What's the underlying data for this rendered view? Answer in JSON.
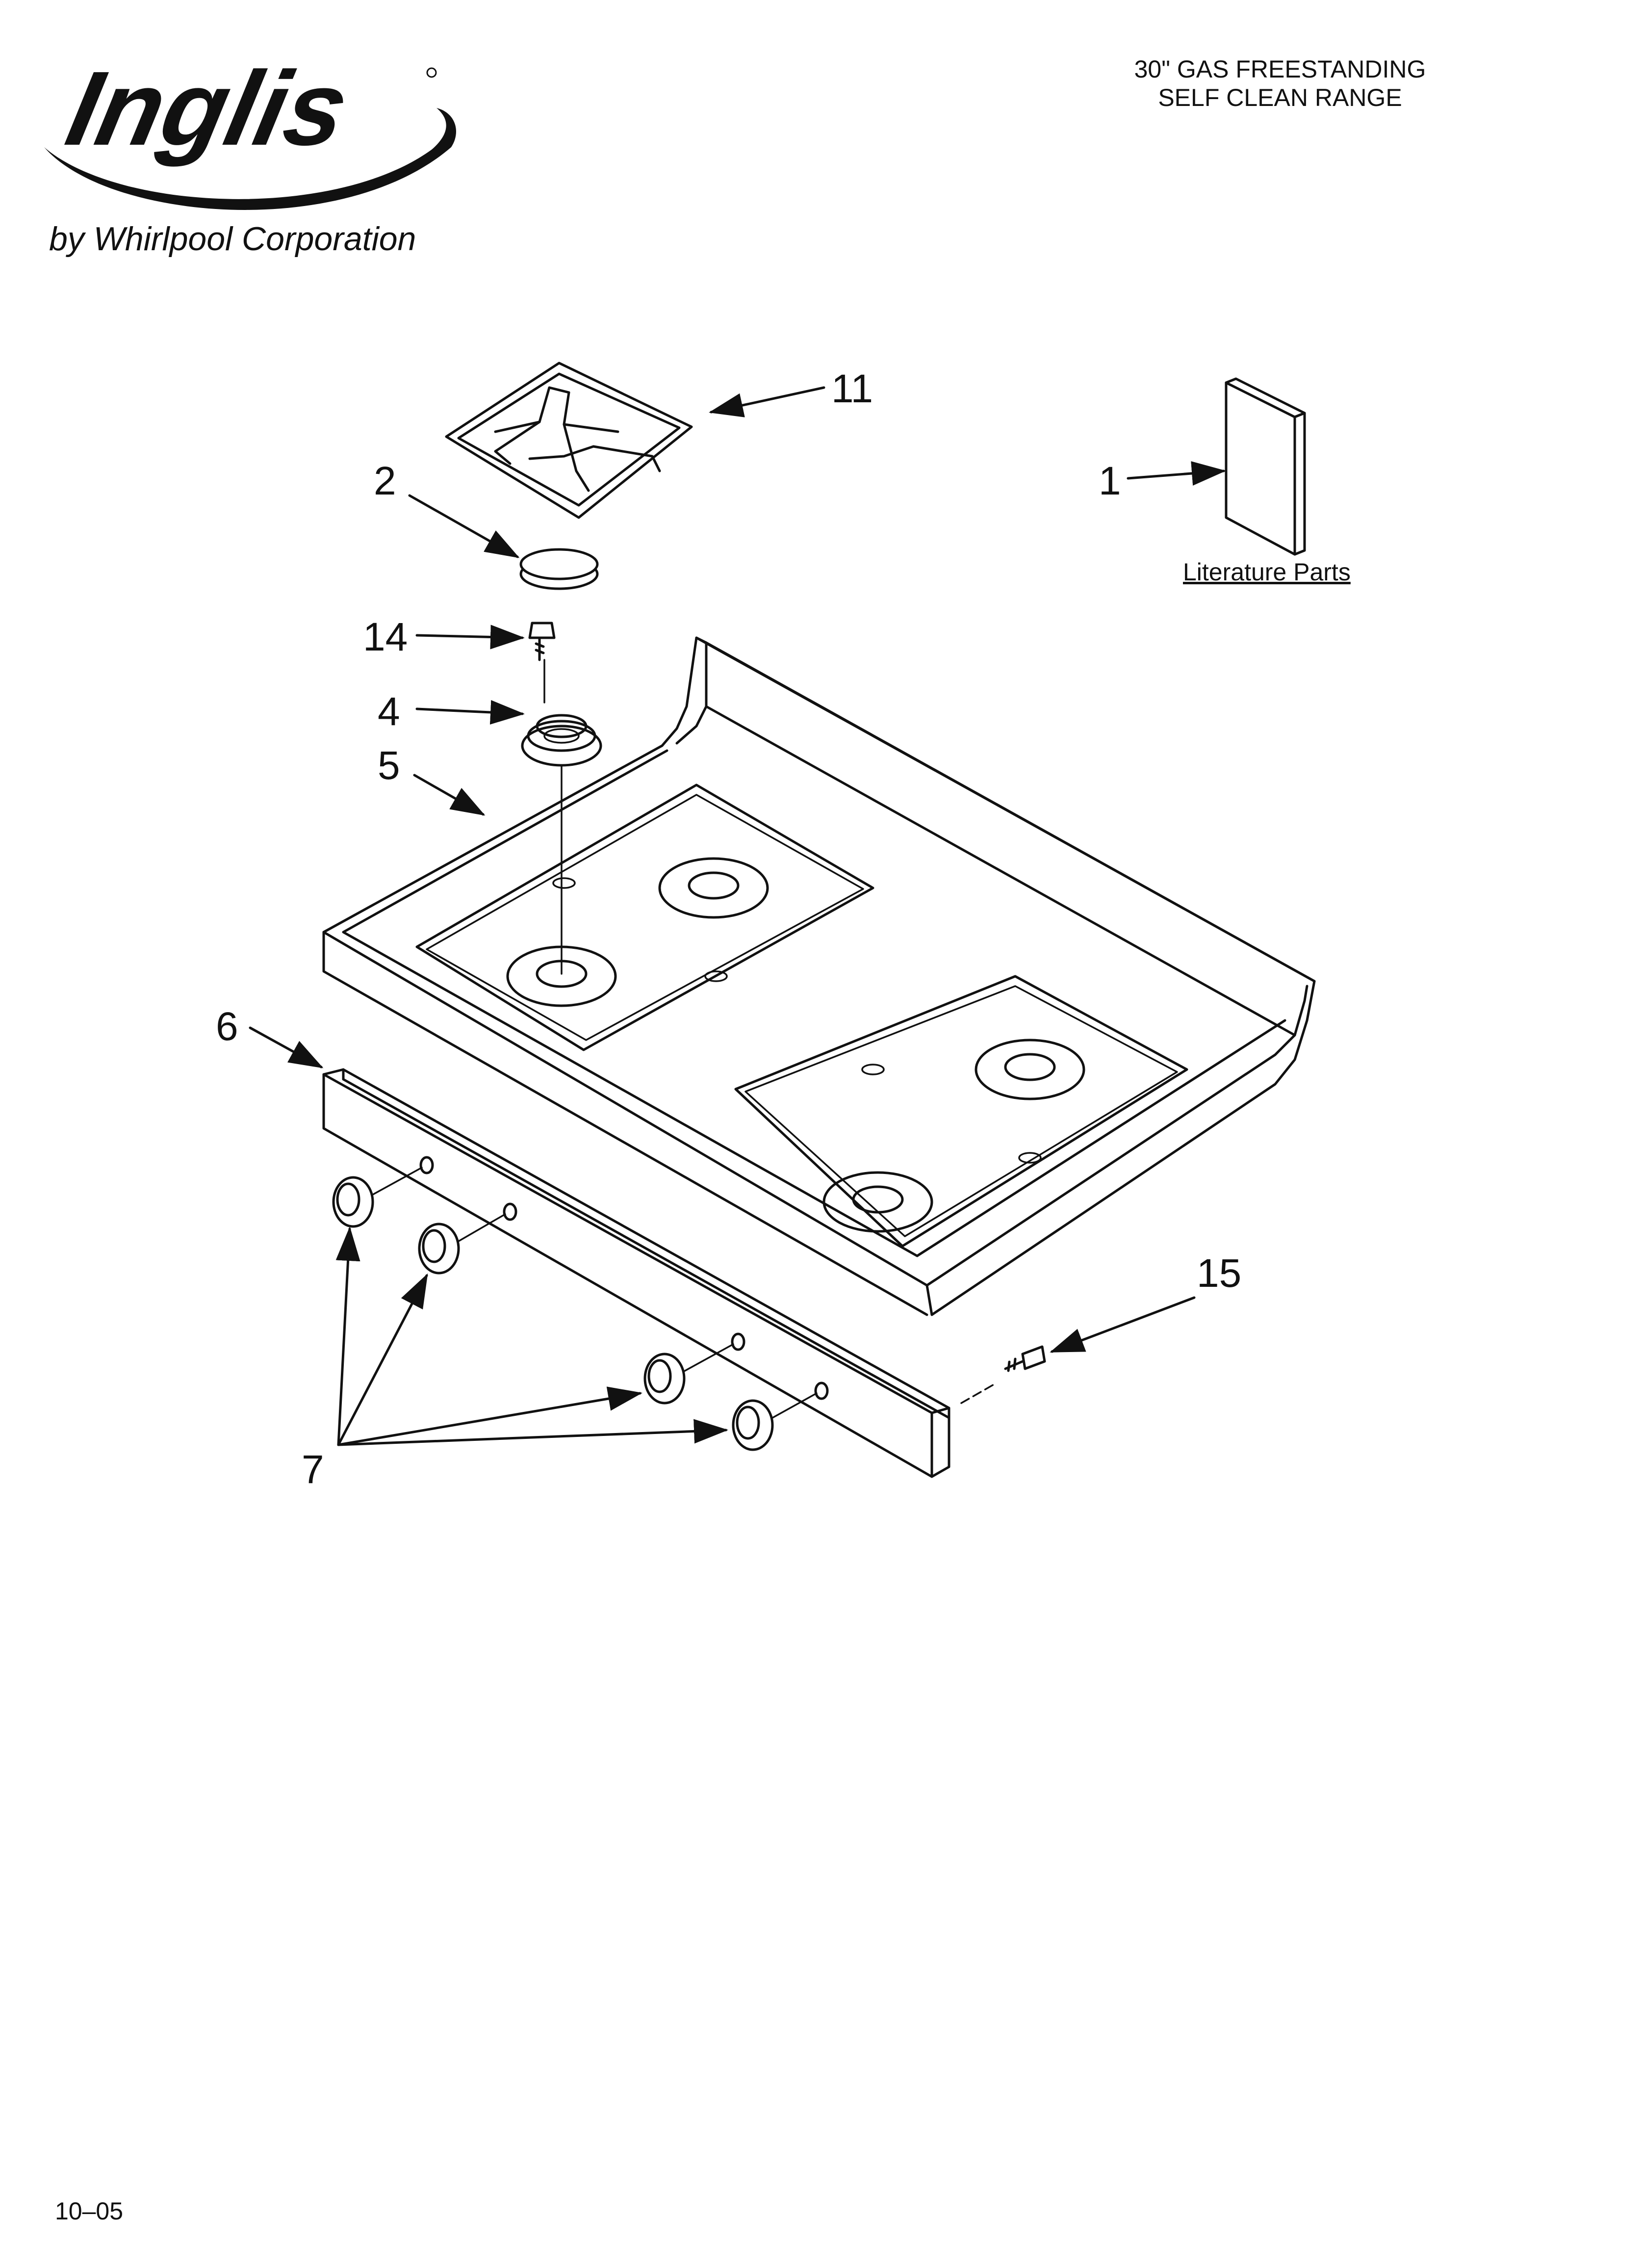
{
  "header": {
    "brand_logo_text": "Inglis",
    "brand_subtitle": "by Whirlpool Corporation",
    "title_line1": "30\" GAS FREESTANDING",
    "title_line2": "SELF CLEAN RANGE"
  },
  "literature": {
    "label": "Literature Parts"
  },
  "callouts": {
    "c1": "1",
    "c2": "2",
    "c4": "4",
    "c5": "5",
    "c6": "6",
    "c7": "7",
    "c11": "11",
    "c14": "14",
    "c15": "15"
  },
  "footer": {
    "code": "10–05"
  }
}
